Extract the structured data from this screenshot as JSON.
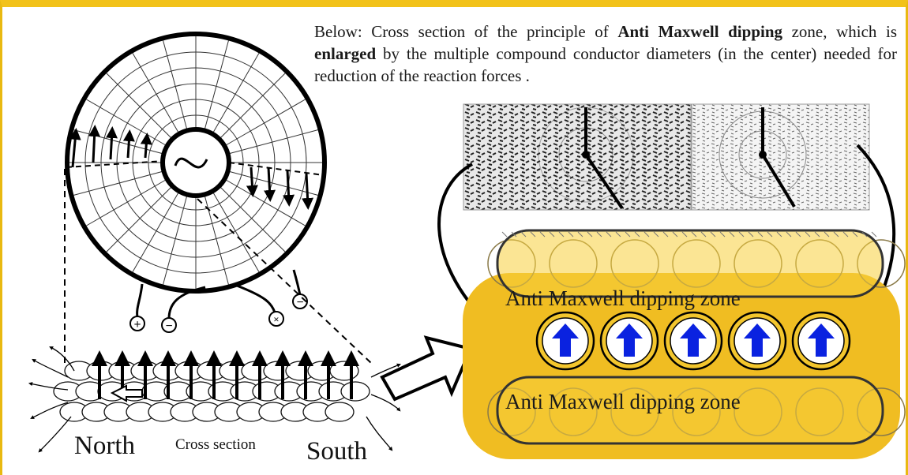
{
  "caption": {
    "prefix": "Below: Cross section of the principle of ",
    "bold1": "Anti Maxwell dipping",
    "mid1": " zone, which is ",
    "bold2": "enlarged",
    "rest": " by the multiple compound conductor diameters (in the center) needed for reduction of  the reaction forces ."
  },
  "labels": {
    "north": "North",
    "cross_section": "Cross section",
    "south": "South",
    "zone_top": "Anti Maxwell dipping zone",
    "zone_bottom": "Anti Maxwell dipping zone"
  },
  "terminals": [
    "+",
    "−",
    "×",
    "−"
  ],
  "colors": {
    "accent_yellow": "#f2c21a",
    "zone_yellow": "#f0bd22",
    "arrow_blue": "#0a22e0"
  },
  "conductor_count": 5
}
